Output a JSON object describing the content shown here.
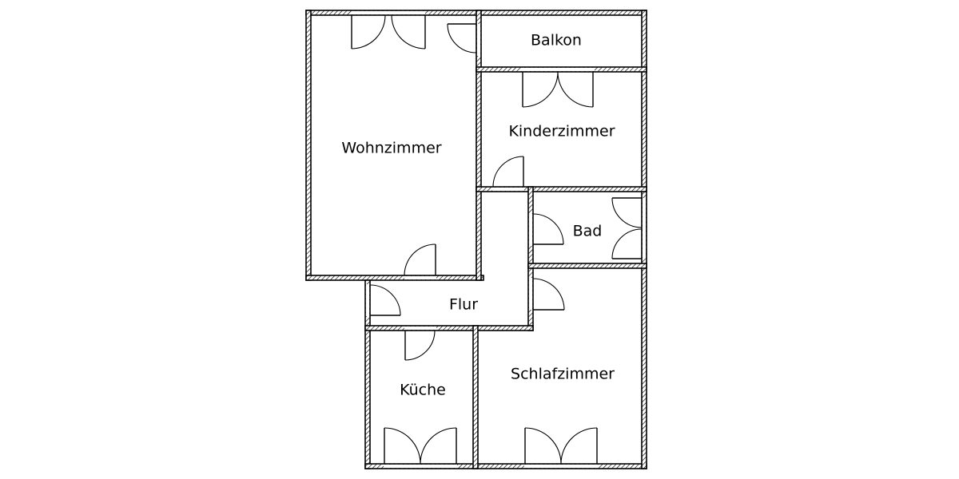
{
  "rooms": {
    "balkon": "Balkon",
    "wohnzimmer": "Wohnzimmer",
    "kinderzimmer": "Kinderzimmer",
    "bad": "Bad",
    "flur": "Flur",
    "kueche": "Küche",
    "schlafzimmer": "Schlafzimmer"
  }
}
